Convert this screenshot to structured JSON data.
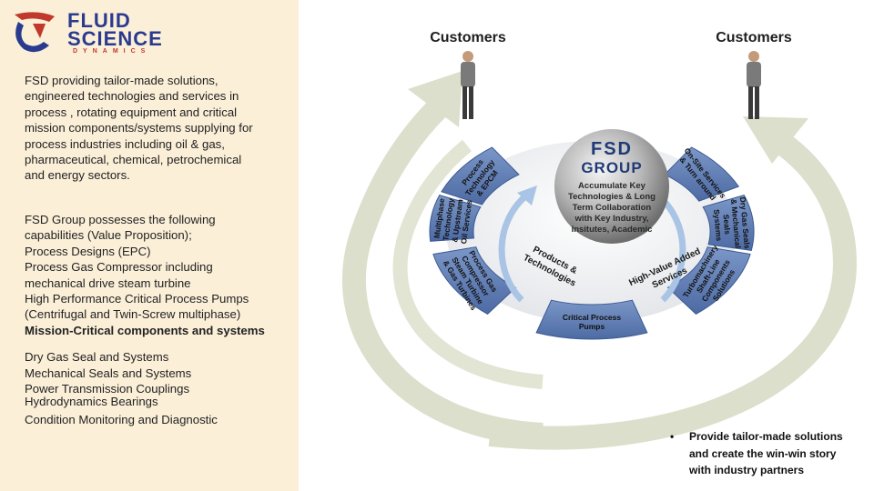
{
  "logo": {
    "line1": "FLUID",
    "line2": "SCIENCE",
    "line3": "DYNAMICS",
    "colors": {
      "navy": "#2a3b8f",
      "red": "#c0392b"
    }
  },
  "intro": [
    "FSD providing tailor-made solutions,",
    "engineered technologies and services  in",
    "process , rotating equipment and critical",
    "mission components/systems supplying for",
    "process industries including oil & gas,",
    "pharmaceutical, chemical, petrochemical",
    "and energy  sectors."
  ],
  "capabilities": [
    {
      "text": "FSD Group possesses  the following",
      "bold": false
    },
    {
      "text": "capabilities (Value Proposition);",
      "bold": false
    },
    {
      "text": "Process Designs (EPC)",
      "bold": false
    },
    {
      "text": "Process Gas Compressor  including",
      "bold": false
    },
    {
      "text": "mechanical drive steam turbine",
      "bold": false
    },
    {
      "text": "High Performance Critical Process Pumps",
      "bold": false
    },
    {
      "text": "(Centrifugal and Twin-Screw multiphase)",
      "bold": false
    },
    {
      "text": "Mission-Critical  components and systems",
      "bold": true
    }
  ],
  "components": [
    "Dry Gas Seal and Systems",
    "Mechanical Seals and Systems",
    "Power Transmission Couplings",
    "Hydrodynamics Bearings",
    "Condition Monitoring and Diagnostic"
  ],
  "diagram": {
    "customers_left": "Customers",
    "customers_right": "Customers",
    "center": {
      "title1": "FSD",
      "title2": "GROUP",
      "body": [
        "Accumulate Key",
        "Technologies & Long",
        "Term Collaboration",
        "with Key Industry,",
        "Insitutes, Academic"
      ]
    },
    "products_label": [
      "Products &",
      "Technologies"
    ],
    "services_label": [
      "High-Value Added",
      "Services"
    ],
    "segments": [
      {
        "lines": [
          "Process",
          "Technology",
          "& EPCM"
        ]
      },
      {
        "lines": [
          "Multiphase",
          "Technology",
          "& Upstream",
          "Oil Services"
        ]
      },
      {
        "lines": [
          "Process Gas",
          "Compressor",
          "Steam Turbine",
          "& Gas Turbines"
        ]
      },
      {
        "lines": [
          "Critical Process",
          "Pumps"
        ]
      },
      {
        "lines": [
          "Turbomachinery",
          "Shaft-Line",
          "Components",
          "Solutions"
        ]
      },
      {
        "lines": [
          "Dry Gas Seals",
          "& Mechanical",
          "Seals",
          "Systems"
        ]
      },
      {
        "lines": [
          "On-Site Services",
          "& Turn around"
        ]
      }
    ],
    "colors": {
      "segment": "#5b7bb5",
      "segment_dark": "#3b5a93",
      "arrow": "#d8dcc6",
      "sphere": "#9a9a9a"
    }
  },
  "bullet": {
    "symbol": "•",
    "lines": [
      "Provide tailor-made solutions",
      "and create the win-win story",
      "with industry partners"
    ]
  }
}
